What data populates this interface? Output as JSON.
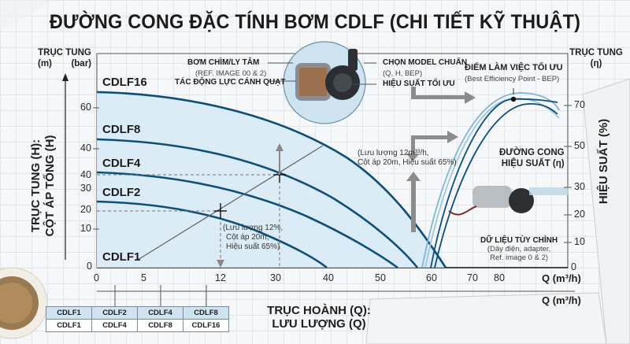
{
  "title": "ĐƯỜNG CONG ĐẶC TÍNH BƠM CDLF (CHI TIẾT KỸ THUẬT)",
  "left_axis": {
    "head_line1": "TRỤC TUNG",
    "head_unit_m": "(m)",
    "head_unit_bar": "(bar)",
    "label_line1": "TRỤC TUNG (H):",
    "label_line2": "CỘT ÁP TỔNG (H)",
    "ticks": [
      "60",
      "40",
      "40",
      "30",
      "20",
      "10",
      "0"
    ]
  },
  "right_axis": {
    "head_line1": "TRỤC TUNG",
    "head_line2": "(η)",
    "label": "HIỆU SUẤT (%)",
    "ticks": [
      "70",
      "50",
      "30",
      "20",
      "10",
      "0"
    ]
  },
  "x_axis": {
    "ticks": [
      "0",
      "5",
      "12",
      "30",
      "40",
      "50",
      "60",
      "70",
      "80"
    ],
    "unit": "Q (m³/h)",
    "unit_secondary": "Q (m³/h)",
    "label_line1": "TRỤC HOÀNH (Q):",
    "label_line2": "LƯU LƯỢNG (Q)"
  },
  "series_labels": [
    "CDLF16",
    "CDLF8",
    "CDLF4",
    "CDLF2",
    "CDLF1"
  ],
  "callouts": {
    "pump_type": "BƠM CHÌM/LY TÂM",
    "pump_ref": "(REF. IMAGE 00 & 2)",
    "impeller": "TÁC ĐỘNG LỰC CÁNH QUẠT",
    "model_select": "CHỌN MODEL CHUẨN",
    "model_select_sub": "(Q, H, BEP)",
    "optimal_eff": "HIỆU SUẤT TỐI ƯU",
    "bep_title": "ĐIỂM LÀM VIỆC TỐI ƯU",
    "bep_sub": "(Best Efficiency Point - BEP)",
    "eff_curve_line1": "ĐƯỜNG CONG",
    "eff_curve_line2": "HIỆU SUẤT (η)",
    "custom_data": "DỮ LIỆU TÙY CHỈNH",
    "custom_data_sub1": "(Dây điện, adapter,",
    "custom_data_sub2": "Ref. image 0 & 2)",
    "op1_line1": "(Lưu lượng 12%,",
    "op1_line2": "Cột áp 20m,",
    "op1_line3": "Hiệu suất 65%)",
    "op2_line1": "(Lưu lượng 12m³³/h,",
    "op2_line2": "Cột áp 20m, Hiệu suất 65%)"
  },
  "model_table": {
    "row1": [
      "CDLF1",
      "CDLF2",
      "CDLF4",
      "CDLF8"
    ],
    "row2": [
      "CDLF1",
      "CDLF4",
      "CDLF8",
      "CDLF16"
    ]
  },
  "colors": {
    "curve": "#0e4f7a",
    "band": "#cfe5f3",
    "eff_light": "#7fb6d6",
    "arrow": "#8a8a8a"
  },
  "chart_data": {
    "type": "line",
    "title": "ĐƯỜNG CONG ĐẶC TÍNH BƠM CDLF (CHI TIẾT KỸ THUẬT)",
    "xlabel": "TRỤC HOÀNH (Q): LƯU LƯỢNG (Q) — Q (m³/h)",
    "ylabel": "TRỤC TUNG (H): CỘT ÁP TỔNG (H) (m)",
    "y2label": "HIỆU SUẤT (%)",
    "x_ticks": [
      0,
      5,
      12,
      30,
      40,
      50,
      60,
      70,
      80
    ],
    "y_ticks": [
      0,
      10,
      20,
      30,
      40,
      40,
      60
    ],
    "y2_ticks": [
      0,
      10,
      20,
      30,
      50,
      70
    ],
    "series": [
      {
        "name": "CDLF16",
        "axis": "H",
        "x": [
          0,
          20,
          40,
          55,
          68
        ],
        "y": [
          67,
          63,
          48,
          25,
          0
        ]
      },
      {
        "name": "CDLF8",
        "axis": "H",
        "x": [
          0,
          20,
          35,
          50,
          60
        ],
        "y": [
          45,
          42,
          33,
          15,
          0
        ]
      },
      {
        "name": "CDLF4",
        "axis": "H",
        "x": [
          0,
          20,
          35,
          48,
          57
        ],
        "y": [
          35,
          32,
          24,
          10,
          0
        ]
      },
      {
        "name": "CDLF2",
        "axis": "H",
        "x": [
          0,
          15,
          30,
          42,
          50
        ],
        "y": [
          24,
          21,
          13,
          4,
          0
        ]
      },
      {
        "name": "Efficiency (η)",
        "axis": "η",
        "x": [
          56,
          60,
          70,
          80,
          90
        ],
        "y": [
          0,
          25,
          60,
          75,
          70
        ]
      }
    ],
    "annotations": [
      {
        "x": 12,
        "y": 20,
        "text": "Lưu lượng 12%, Cột áp 20m, Hiệu suất 65%"
      },
      {
        "x": 30,
        "y": 40,
        "text": "Lưu lượng 12m³³/h, Cột áp 20m, Hiệu suất 65%"
      },
      {
        "label": "BEP",
        "text": "ĐIỂM LÀM VIỆC TỐI ƯU (Best Efficiency Point - BEP)",
        "eta": 75
      }
    ],
    "grid": true,
    "legend": "inline labels"
  }
}
